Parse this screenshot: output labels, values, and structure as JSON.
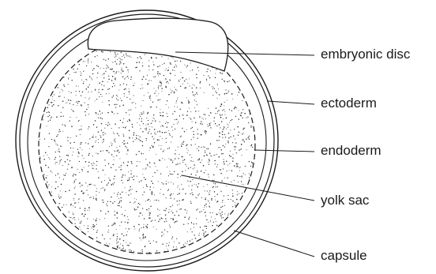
{
  "diagram": {
    "labels": {
      "embryonic_disc": "embryonic disc",
      "ectoderm": "ectoderm",
      "endoderm": "endoderm",
      "yolk_sac": "yolk sac",
      "capsule": "capsule"
    },
    "colors": {
      "ink": "#1a1a1a",
      "background": "#ffffff",
      "stipple": "#333333"
    }
  }
}
